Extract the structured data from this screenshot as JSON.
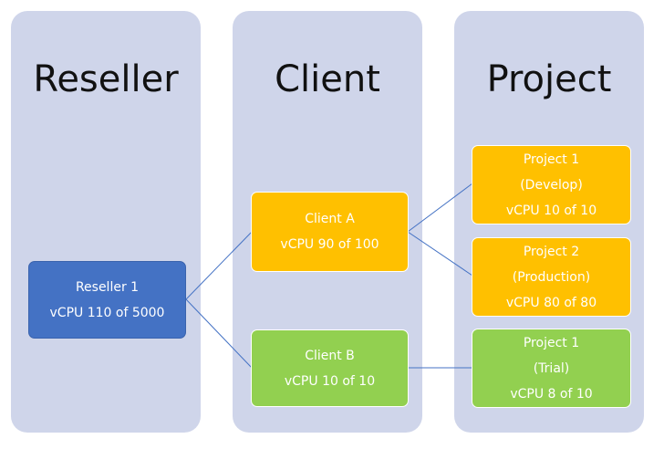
{
  "columns": {
    "reseller": {
      "title": "Reseller"
    },
    "client": {
      "title": "Client"
    },
    "project": {
      "title": "Project"
    }
  },
  "nodes": {
    "reseller_1": {
      "name": "Reseller 1",
      "usage": "vCPU 110 of 5000"
    },
    "client_a": {
      "name": "Client A",
      "usage": "vCPU 90 of 100"
    },
    "client_b": {
      "name": "Client B",
      "usage": "vCPU 10 of 10"
    },
    "project_1_develop": {
      "name": "Project 1",
      "env": "(Develop)",
      "usage": "vCPU 10 of 10"
    },
    "project_2_production": {
      "name": "Project 2",
      "env": "(Production)",
      "usage": "vCPU 80 of 80"
    },
    "project_1_trial": {
      "name": "Project 1",
      "env": "(Trial)",
      "usage": "vCPU 8 of 10"
    }
  },
  "colors": {
    "column_bg": "#cfd5ea",
    "reseller": "#4472c4",
    "client_a": "#ffc000",
    "client_b": "#92d050",
    "connector": "#4472c4"
  }
}
